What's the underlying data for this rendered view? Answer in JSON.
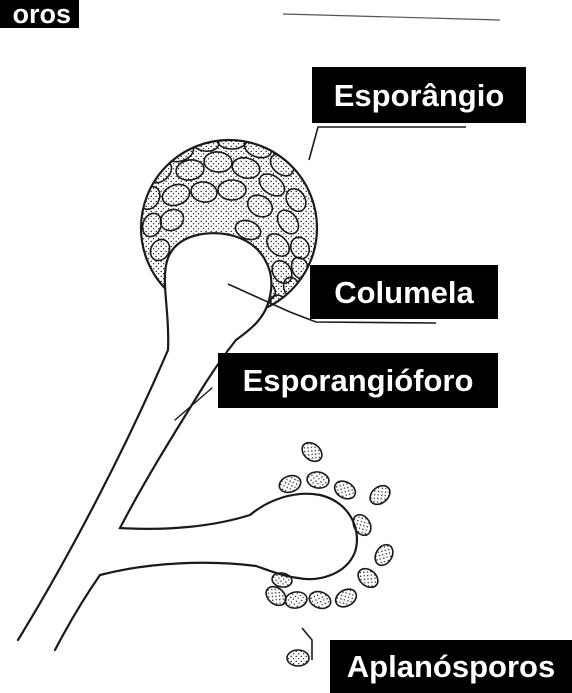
{
  "labels": {
    "top_cut": "oros",
    "esporangio": "Esporângio",
    "columela": "Columela",
    "esporangioforo": "Esporangióforo",
    "aplanosporos": "Aplanósporos"
  },
  "colors": {
    "ink": "#1a1a1a",
    "label_bg": "#000000",
    "label_text": "#ffffff",
    "background": "#ffffff"
  }
}
